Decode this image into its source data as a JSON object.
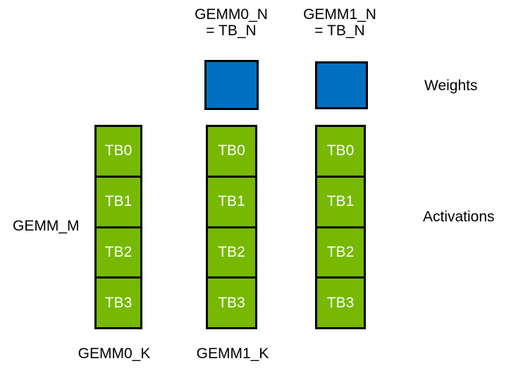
{
  "diagram": {
    "headers": [
      {
        "line1": "GEMM0_N",
        "line2": "= TB_N"
      },
      {
        "line1": "GEMM1_N",
        "line2": "= TB_N"
      }
    ],
    "weights_label": "Weights",
    "activations_label": "Activations",
    "gemm_m_label": "GEMM_M",
    "k_labels": [
      "GEMM0_K",
      "GEMM1_K"
    ],
    "columns": [
      {
        "blocks": [
          "TB0",
          "TB1",
          "TB2",
          "TB3"
        ]
      },
      {
        "blocks": [
          "TB0",
          "TB1",
          "TB2",
          "TB3"
        ]
      },
      {
        "blocks": [
          "TB0",
          "TB1",
          "TB2",
          "TB3"
        ]
      }
    ],
    "colors": {
      "weights": "#0070C0",
      "activations": "#76B900",
      "border": "#000000"
    }
  }
}
